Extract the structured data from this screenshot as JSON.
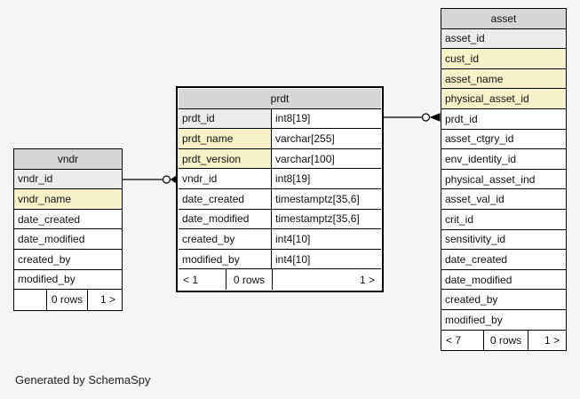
{
  "generator_note": "Generated by SchemaSpy",
  "colors": {
    "header_bg": "#d6d6d6",
    "primary_key_bg": "#ececec",
    "indexed_bg": "#f5f2c9",
    "row_bg": "#ffffff",
    "border_color": "#000000",
    "canvas_bg": "#f5f5f5"
  },
  "tables": [
    {
      "name": "vndr",
      "emphasized": false,
      "columns": [
        {
          "name": "vndr_id",
          "highlight": "primary-key"
        },
        {
          "name": "vndr_name",
          "highlight": "indexed"
        },
        {
          "name": "date_created",
          "highlight": "none"
        },
        {
          "name": "date_modified",
          "highlight": "none"
        },
        {
          "name": "created_by",
          "highlight": "none"
        },
        {
          "name": "modified_by",
          "highlight": "none"
        }
      ],
      "footer": {
        "prev": "",
        "rows": "0 rows",
        "next": "1 >"
      }
    },
    {
      "name": "prdt",
      "emphasized": true,
      "columns": [
        {
          "name": "prdt_id",
          "type": "int8[19]",
          "highlight": "primary-key"
        },
        {
          "name": "prdt_name",
          "type": "varchar[255]",
          "highlight": "indexed"
        },
        {
          "name": "prdt_version",
          "type": "varchar[100]",
          "highlight": "indexed"
        },
        {
          "name": "vndr_id",
          "type": "int8[19]",
          "highlight": "none"
        },
        {
          "name": "date_created",
          "type": "timestamptz[35,6]",
          "highlight": "none"
        },
        {
          "name": "date_modified",
          "type": "timestamptz[35,6]",
          "highlight": "none"
        },
        {
          "name": "created_by",
          "type": "int4[10]",
          "highlight": "none"
        },
        {
          "name": "modified_by",
          "type": "int4[10]",
          "highlight": "none"
        }
      ],
      "footer": {
        "prev": "< 1",
        "rows": "0 rows",
        "next": "1 >"
      }
    },
    {
      "name": "asset",
      "emphasized": false,
      "columns": [
        {
          "name": "asset_id",
          "highlight": "primary-key"
        },
        {
          "name": "cust_id",
          "highlight": "indexed"
        },
        {
          "name": "asset_name",
          "highlight": "indexed"
        },
        {
          "name": "physical_asset_id",
          "highlight": "indexed"
        },
        {
          "name": "prdt_id",
          "highlight": "none"
        },
        {
          "name": "asset_ctgry_id",
          "highlight": "none"
        },
        {
          "name": "env_identity_id",
          "highlight": "none"
        },
        {
          "name": "physical_asset_ind",
          "highlight": "none"
        },
        {
          "name": "asset_val_id",
          "highlight": "none"
        },
        {
          "name": "crit_id",
          "highlight": "none"
        },
        {
          "name": "sensitivity_id",
          "highlight": "none"
        },
        {
          "name": "date_created",
          "highlight": "none"
        },
        {
          "name": "date_modified",
          "highlight": "none"
        },
        {
          "name": "created_by",
          "highlight": "none"
        },
        {
          "name": "modified_by",
          "highlight": "none"
        }
      ],
      "footer": {
        "prev": "< 7",
        "rows": "0 rows",
        "next": "1 >"
      }
    }
  ],
  "relationships": [
    {
      "from": "vndr.vndr_id",
      "to": "prdt.vndr_id",
      "cardinality": "zero-or-many"
    },
    {
      "from": "prdt.prdt_id",
      "to": "asset.prdt_id",
      "cardinality": "zero-or-many"
    }
  ]
}
